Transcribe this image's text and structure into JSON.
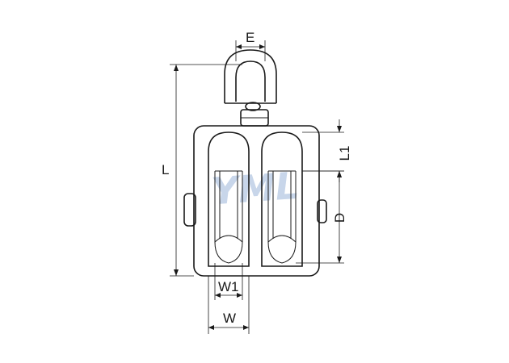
{
  "diagram": {
    "watermark": "YML",
    "dimension_labels": {
      "E": "E",
      "L": "L",
      "L1": "L1",
      "D": "D",
      "W1": "W1",
      "W": "W"
    },
    "colors": {
      "line": "#1a1a1a",
      "watermark": "#c8d6ea",
      "background": "#ffffff"
    }
  }
}
